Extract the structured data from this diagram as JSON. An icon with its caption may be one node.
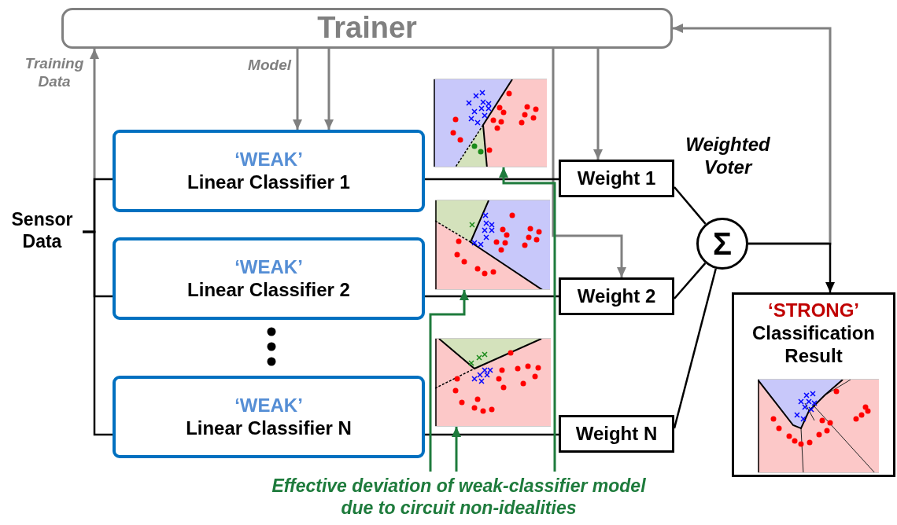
{
  "diagram": {
    "nodes": [
      {
        "text": [
          "Trainer"
        ]
      },
      {
        "text": [
          "Sensor Data"
        ]
      },
      {
        "text": [
          "‘WEAK’",
          "Linear Classifier 1"
        ]
      },
      {
        "text": [
          "‘WEAK’",
          "Linear Classifier 2"
        ]
      },
      {
        "text": [
          "‘WEAK’",
          "Linear Classifier N"
        ]
      },
      {
        "text": [],
        "shape": "picture"
      },
      {
        "text": [],
        "shape": "picture"
      },
      {
        "text": [],
        "shape": "picture"
      },
      {
        "text": [
          "Weight 1"
        ]
      },
      {
        "text": [
          "Weight 2"
        ]
      },
      {
        "text": [
          "Weight N"
        ]
      },
      {
        "text": [
          "Σ"
        ]
      },
      {
        "text": [
          "‘STRONG’",
          "Classification Result"
        ]
      },
      {
        "text": [],
        "shape": "picture",
        "in": 12
      },
      {
        "text": [
          "Effective deviation of weak-classifier model due to circuit non-idealities"
        ]
      }
    ],
    "edges": [
      {
        "from": 1,
        "to": 0,
        "arrow": "to",
        "color": "#808080"
      },
      {
        "from": 1,
        "to": 2,
        "arrow": "none"
      },
      {
        "from": 1,
        "to": 3,
        "arrow": "none"
      },
      {
        "from": 1,
        "to": 4,
        "arrow": "none"
      },
      {
        "from": 0,
        "to": 2,
        "arrow": "to",
        "color": "#808080"
      },
      {
        "from": 0,
        "to": 2,
        "arrow": "to",
        "color": "#808080"
      },
      {
        "from": 0,
        "to": 8,
        "arrow": "to",
        "color": "#808080"
      },
      {
        "from": 0,
        "to": 9,
        "arrow": "to",
        "color": "#808080"
      },
      {
        "from": 2,
        "to": 8,
        "arrow": "none"
      },
      {
        "from": 3,
        "to": 9,
        "arrow": "none"
      },
      {
        "from": 4,
        "to": 10,
        "arrow": "none"
      },
      {
        "from": 8,
        "to": 11,
        "arrow": "none"
      },
      {
        "from": 9,
        "to": 11,
        "arrow": "none"
      },
      {
        "from": 10,
        "to": 11,
        "arrow": "none"
      },
      {
        "from": 11,
        "to": 0,
        "arrow": "to",
        "color": "#808080"
      },
      {
        "from": 11,
        "to": 12,
        "arrow": "to"
      },
      {
        "from": 14,
        "to": 5,
        "arrow": "to",
        "color": "#1e7b3c"
      },
      {
        "from": 14,
        "to": 6,
        "arrow": "to",
        "color": "#1e7b3c"
      },
      {
        "from": 14,
        "to": 7,
        "arrow": "to",
        "color": "#1e7b3c"
      }
    ],
    "labels": [
      "Training Data",
      "Model",
      "Weighted Voter"
    ]
  }
}
